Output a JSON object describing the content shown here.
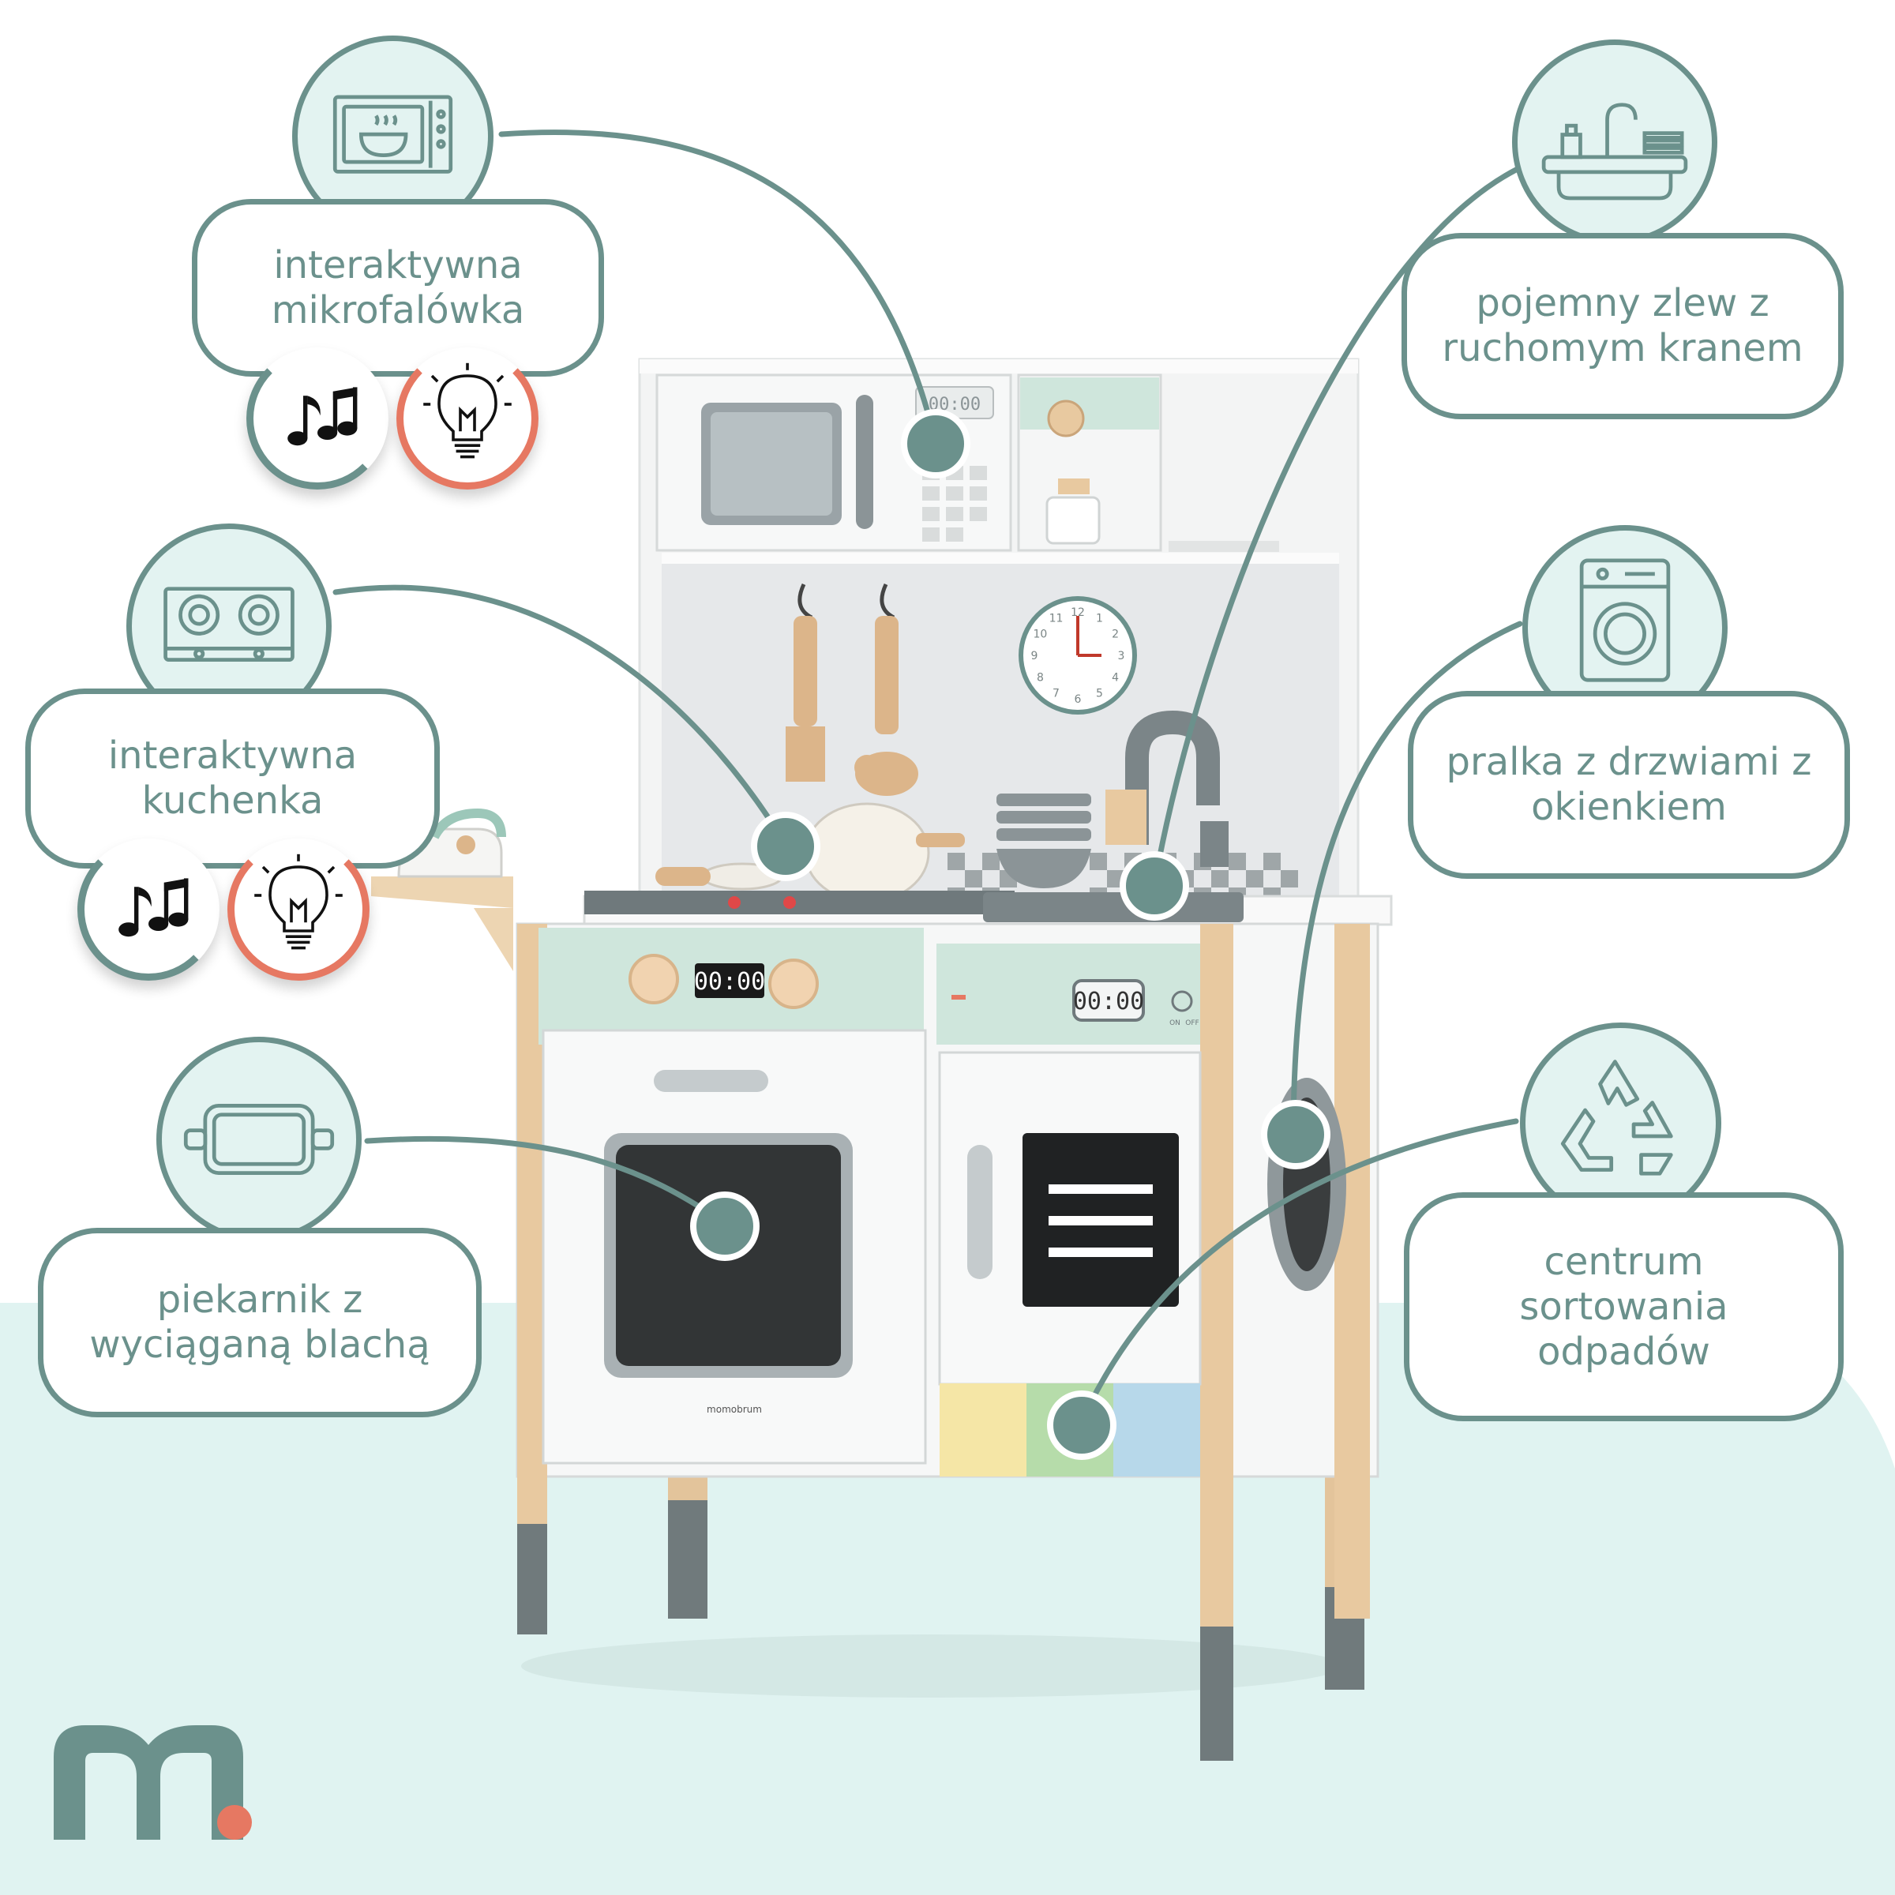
{
  "colors": {
    "accent": "#6b918c",
    "light_teal": "#e3f3f1",
    "mint_panel": "#cfe6dc",
    "coral": "#e67862",
    "wood": "#e8c9a0"
  },
  "features": {
    "microwave": {
      "line1": "interaktywna",
      "line2": "mikrofalówka",
      "icon": "microwave-icon"
    },
    "stove": {
      "line1": "interaktywna",
      "line2": "kuchenka",
      "icon": "stove-icon"
    },
    "oven": {
      "line1": "piekarnik z",
      "line2": "wyciąganą blachą",
      "icon": "baking-tray-icon"
    },
    "sink": {
      "line1": "pojemny zlew z",
      "line2": "ruchomym kranem",
      "icon": "sink-icon"
    },
    "washer": {
      "line1": "pralka z drzwiami z",
      "line2": "okienkiem",
      "icon": "washing-machine-icon"
    },
    "recycle": {
      "line1": "centrum",
      "line2": "sortowania",
      "line3": "odpadów",
      "icon": "recycle-icon"
    }
  },
  "badges": {
    "sound_icon": "music-notes-icon",
    "light_icon": "light-bulb-icon"
  },
  "kitchen": {
    "microwave_timer": "00:00",
    "oven_timer": "00:00",
    "washer_timer": "00:00",
    "brand_small": "momobrum",
    "power_on": "ON",
    "power_off": "OFF",
    "clock_numbers": [
      "12",
      "1",
      "2",
      "3",
      "4",
      "5",
      "6",
      "7",
      "8",
      "9",
      "10",
      "11"
    ]
  },
  "brand": {
    "logo_letter": "m",
    "logo_dot_color": "#e67862"
  }
}
